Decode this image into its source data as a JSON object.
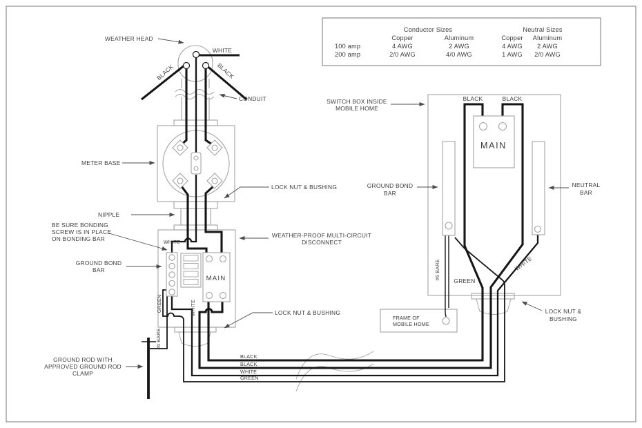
{
  "colors": {
    "background": "#ffffff",
    "wire": "#161616",
    "outline": "#a3a3a3",
    "leader": "#4c4c4c",
    "text": "#3c3c3c",
    "border": "#8c8c8c"
  },
  "spec_table": {
    "group_headers": [
      "Conductor Sizes",
      "Neutral Sizes"
    ],
    "sub_headers": [
      "Copper",
      "Aluminum",
      "Copper",
      "Aluminum"
    ],
    "rows": [
      {
        "label": "100 amp",
        "values": [
          "4 AWG",
          "2 AWG",
          "4 AWG",
          "2 AWG"
        ]
      },
      {
        "label": "200 amp",
        "values": [
          "2/0 AWG",
          "4/0 AWG",
          "1 AWG",
          "2/0 AWG"
        ]
      }
    ]
  },
  "callouts": {
    "weather_head": "WEATHER HEAD",
    "conduit": "CONDUIT",
    "meter_base": "METER BASE",
    "lock_nut_bushing_meter": "LOCK NUT & BUSHING",
    "nipple": "NIPPLE",
    "bonding_1": "BE SURE BONDING",
    "bonding_2": "SCREW IS IN PLACE",
    "bonding_3": "ON BONDING BAR",
    "ground_bond_bar_1": "GROUND BOND",
    "ground_bond_bar_2": "BAR",
    "disconnect_1": "WEATHER-PROOF MULTI-CIRCUIT",
    "disconnect_2": "DISCONNECT",
    "lock_nut_bushing_disconnect": "LOCK NUT & BUSHING",
    "ground_rod_1": "GROUND ROD WITH",
    "ground_rod_2": "APPROVED GROUND ROD",
    "ground_rod_3": "CLAMP",
    "switch_box_1": "SWITCH BOX INSIDE",
    "switch_box_2": "MOBILE HOME",
    "ground_bond_bar_right_1": "GROUND BOND",
    "ground_bond_bar_right_2": "BAR",
    "neutral_bar_1": "NEUTRAL",
    "neutral_bar_2": "BAR",
    "frame_1": "FRAME OF",
    "frame_2": "MOBILE HOME",
    "lock_nut_bushing_switch_1": "LOCK NUT &",
    "lock_nut_bushing_switch_2": "BUSHING"
  },
  "wire_labels": {
    "service_white": "WHITE",
    "service_black_left": "BLACK",
    "service_black_right": "BLACK",
    "disconnect_white_top": "WHITE",
    "disconnect_green_vert": "GREEN",
    "disconnect_white_vert": "WHITE",
    "bare_left": "#6 BARE",
    "run_black_1": "BLACK",
    "run_black_2": "BLACK",
    "run_white": "WHITE",
    "run_green": "GREEN",
    "switch_black_left": "BLACK",
    "switch_black_right": "BLACK",
    "bare_right": "#6 BARE",
    "green_right": "GREEN",
    "white_right": "WHITE"
  },
  "components": {
    "main_breaker_disconnect": "MAIN",
    "main_breaker_switch": "MAIN"
  }
}
